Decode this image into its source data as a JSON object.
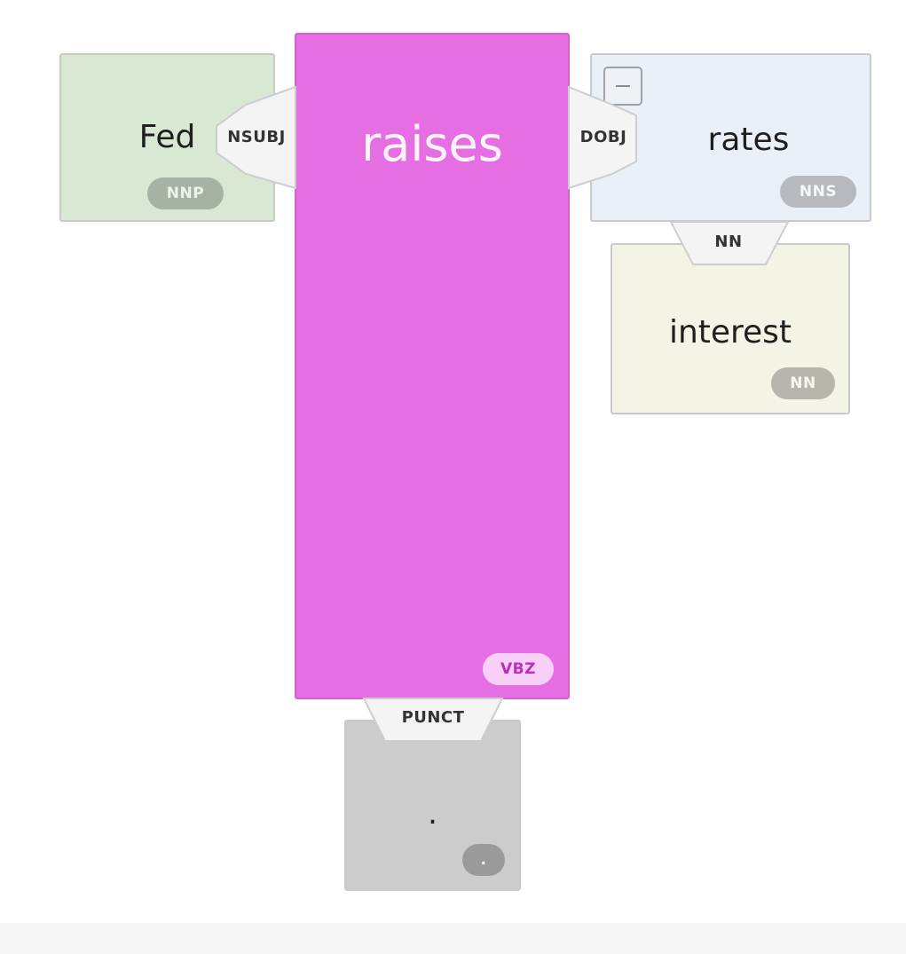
{
  "tokens": [
    {
      "id": "fed",
      "word": "Fed",
      "tag": "NNP",
      "color": "#d8e8d2"
    },
    {
      "id": "raises",
      "word": "raises",
      "tag": "VBZ",
      "color": "#e56fe2",
      "root": true
    },
    {
      "id": "interest",
      "word": "interest",
      "tag": "NN",
      "color": "#f5f2e6"
    },
    {
      "id": "rates",
      "word": "rates",
      "tag": "NNS",
      "color": "#e9f0f8"
    },
    {
      "id": "punct",
      "word": ".",
      "tag": ".",
      "color": "#cccccc"
    }
  ],
  "dependencies": [
    {
      "label": "NSUBJ",
      "head": "raises",
      "dependent": "Fed"
    },
    {
      "label": "DOBJ",
      "head": "raises",
      "dependent": "rates"
    },
    {
      "label": "NN",
      "head": "rates",
      "dependent": "interest"
    },
    {
      "label": "PUNCT",
      "head": "raises",
      "dependent": "."
    }
  ],
  "controls": {
    "collapse_icon": "minus-icon"
  }
}
